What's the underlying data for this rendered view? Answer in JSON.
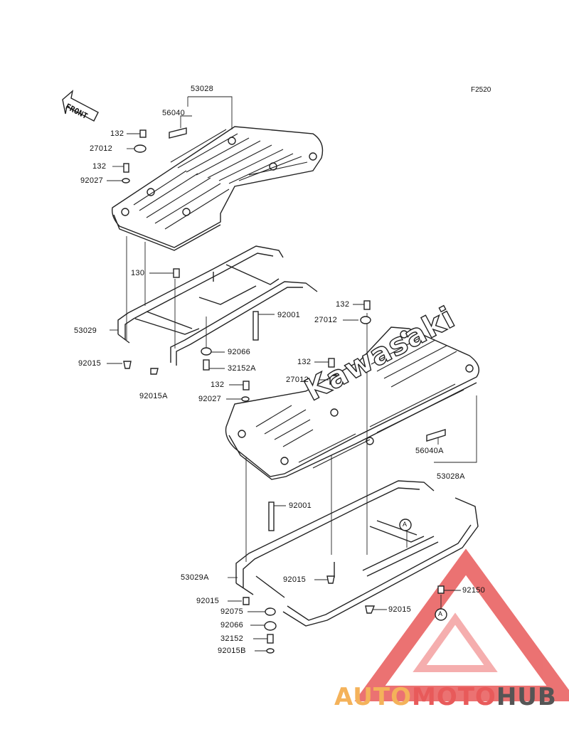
{
  "figure_id": "F2520",
  "front_label": "FRONT",
  "brand_text": "Kawasaki",
  "watermark": {
    "part1": "AUTO",
    "part2": "MOTO",
    "part3": "HUB"
  },
  "colors": {
    "line": "#222222",
    "watermark_red": "#e85a5a",
    "watermark_orange": "#f4b25a",
    "watermark_grey": "#555555"
  },
  "labels": {
    "p53028": "53028",
    "p56040": "56040",
    "p132_a": "132",
    "p27012_a": "27012",
    "p132_b": "132",
    "p92027_a": "92027",
    "p130": "130",
    "p53029": "53029",
    "p92015_a": "92015",
    "p92015A": "92015A",
    "p92001_a": "92001",
    "p92066_a": "92066",
    "p32152A": "32152A",
    "p132_c": "132",
    "p27012_b": "27012",
    "p132_d": "132",
    "p27012_c": "27012",
    "p132_e": "132",
    "p92027_b": "92027",
    "p56040A": "56040A",
    "p53028A": "53028A",
    "p92001_b": "92001",
    "pA_1": "A",
    "p53029A": "53029A",
    "p92015_b": "92015",
    "p92015_c": "92015",
    "p92075": "92075",
    "p92066_b": "92066",
    "p32152": "32152",
    "p92015B": "92015B",
    "p92015_d": "92015",
    "p92150": "92150",
    "pA_2": "A"
  }
}
